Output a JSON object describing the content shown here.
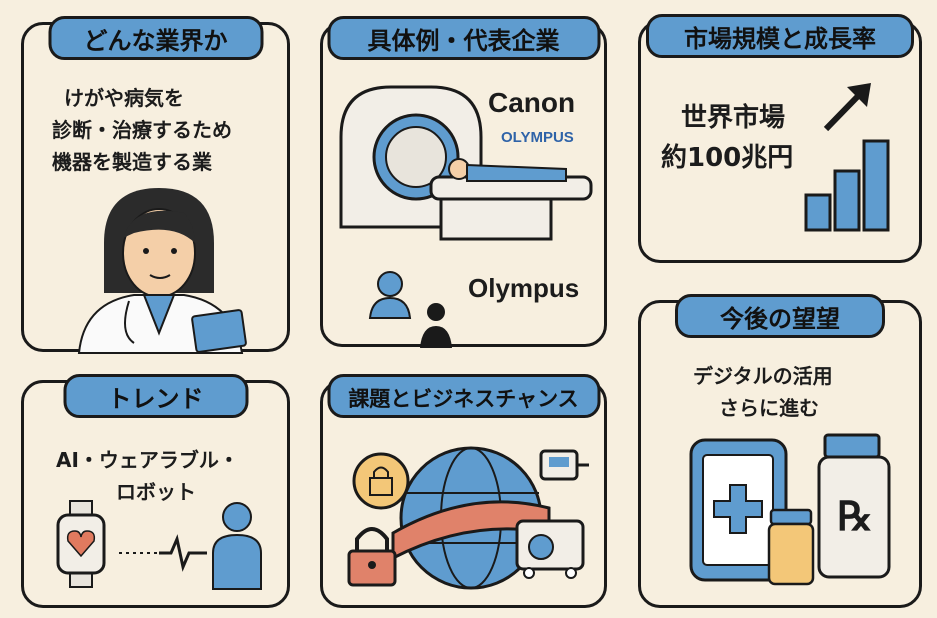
{
  "panels": {
    "industry": {
      "title": "どんな業界か",
      "lines": [
        "けがや病気を",
        "診断・治療するため",
        "機器を製造する業"
      ]
    },
    "companies": {
      "title": "具体例・代表企業",
      "brand1": "Canon",
      "brand2": "OLYMPUS",
      "brand3": "Olympus"
    },
    "market": {
      "title": "市場規模と成長率",
      "lines": [
        "世界市場",
        "約100兆円"
      ]
    },
    "trend": {
      "title": "トレンド",
      "lines": [
        "AI・ウェアラブル・",
        "ロボット"
      ]
    },
    "challenges": {
      "title": "課題とビジネスチャンス"
    },
    "outlook": {
      "title": "今後の望望",
      "lines": [
        "デジタルの活用",
        "さらに進む"
      ],
      "rx_label": "℞"
    }
  },
  "icons": [
    "doctor-illustration",
    "ct-scanner-icon",
    "person-icon",
    "growth-arrow-icon",
    "bar-chart-icon",
    "smartwatch-heart-icon",
    "pulse-line-icon",
    "globe-icon",
    "lock-icon",
    "medical-device-icon",
    "tablet-medical-icon",
    "pill-bottle-icon"
  ],
  "colors": {
    "accent_blue": "#5f9ccf",
    "background": "#f7efdf",
    "outline": "#1a1a1a",
    "band_red": "#e0826a"
  }
}
